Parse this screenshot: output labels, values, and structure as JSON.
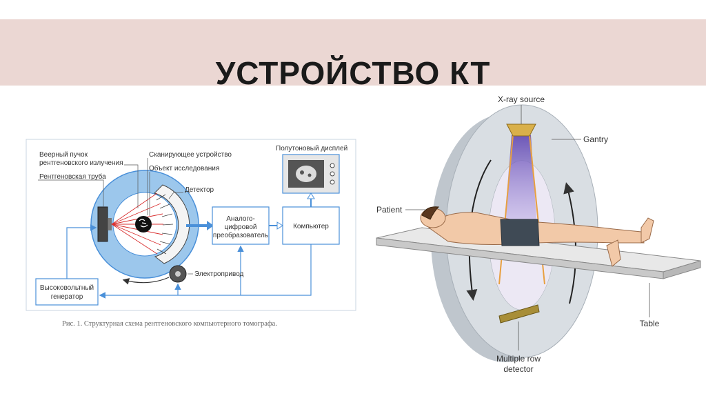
{
  "slide": {
    "title": "УСТРОЙСТВО КТ"
  },
  "schematic": {
    "labels": {
      "fan_beam_1": "Веерный пучок",
      "fan_beam_2": "рентгеновского излучения",
      "xray_tube": "Рентгеновская труба",
      "scanner": "Сканирующее устройство",
      "object": "Объект исследования",
      "detector": "Детектор",
      "display": "Полутоновый дисплей",
      "adc_1": "Аналого-",
      "adc_2": "цифровой",
      "adc_3": "преобразователь",
      "computer": "Компьютер",
      "hv_gen_1": "Высоковольтный",
      "hv_gen_2": "генератор",
      "drive": "Электропривод"
    },
    "caption": "Рис. 1. Структурная схема рентгеновского компьютерного томографа."
  },
  "illustration": {
    "labels": {
      "xray_source": "X-ray source",
      "gantry": "Gantry",
      "patient": "Patient",
      "table": "Table",
      "detector_1": "Multiple row",
      "detector_2": "detector"
    }
  },
  "colors": {
    "title_band": "#ebd7d3",
    "schematic_blue": "#4a90d9",
    "ring_blue": "#9cc7ec",
    "beam_red": "#d93030",
    "gantry_gray": "#d6dbe0",
    "beam_violet": "#8a6fd0"
  }
}
